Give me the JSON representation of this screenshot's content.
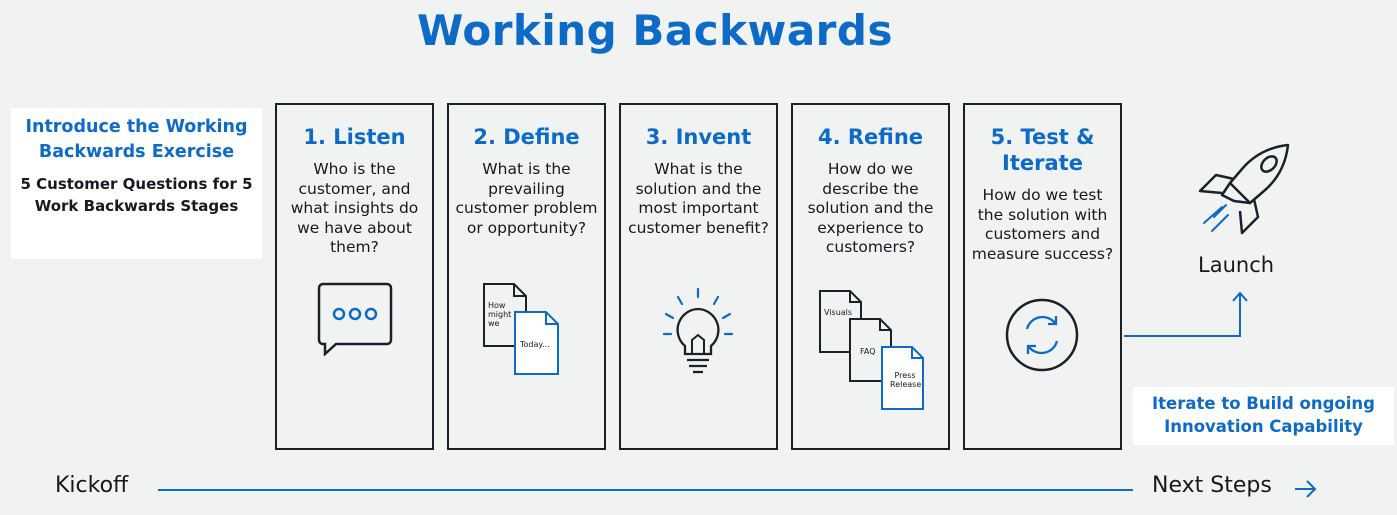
{
  "title": "Working Backwards",
  "intro": {
    "heading": "Introduce the Working Backwards Exercise",
    "subheading": "5 Customer Questions for 5 Work Backwards Stages"
  },
  "stages": [
    {
      "title": "1. Listen",
      "question": "Who is the customer, and what insights do we have about them?",
      "icon": "chat-bubble-icon"
    },
    {
      "title": "2. Define",
      "question": "What is the prevailing customer problem or opportunity?",
      "icon": "documents-icon",
      "doc_labels": [
        "How might we",
        "Today..."
      ]
    },
    {
      "title": "3. Invent",
      "question": "What is the solution and the most important customer benefit?",
      "icon": "lightbulb-icon"
    },
    {
      "title": "4. Refine",
      "question": "How do we describe the solution and the experience to customers?",
      "icon": "documents-stack-icon",
      "doc_labels": [
        "Visuals",
        "FAQ",
        "Press Release"
      ]
    },
    {
      "title": "5. Test & Iterate",
      "question": "How do we test the solution with customers and measure success?",
      "icon": "refresh-cycle-icon"
    }
  ],
  "launch": {
    "label": "Launch",
    "icon": "rocket-icon"
  },
  "iterate": "Iterate to Build ongoing Innovation Capability",
  "timeline": {
    "start": "Kickoff",
    "end": "Next Steps",
    "end_icon": "arrow-right-icon"
  },
  "colors": {
    "accent": "#0d6bc7",
    "text": "#16191f",
    "border": "#1c2128",
    "background": "#f1f2f2"
  }
}
